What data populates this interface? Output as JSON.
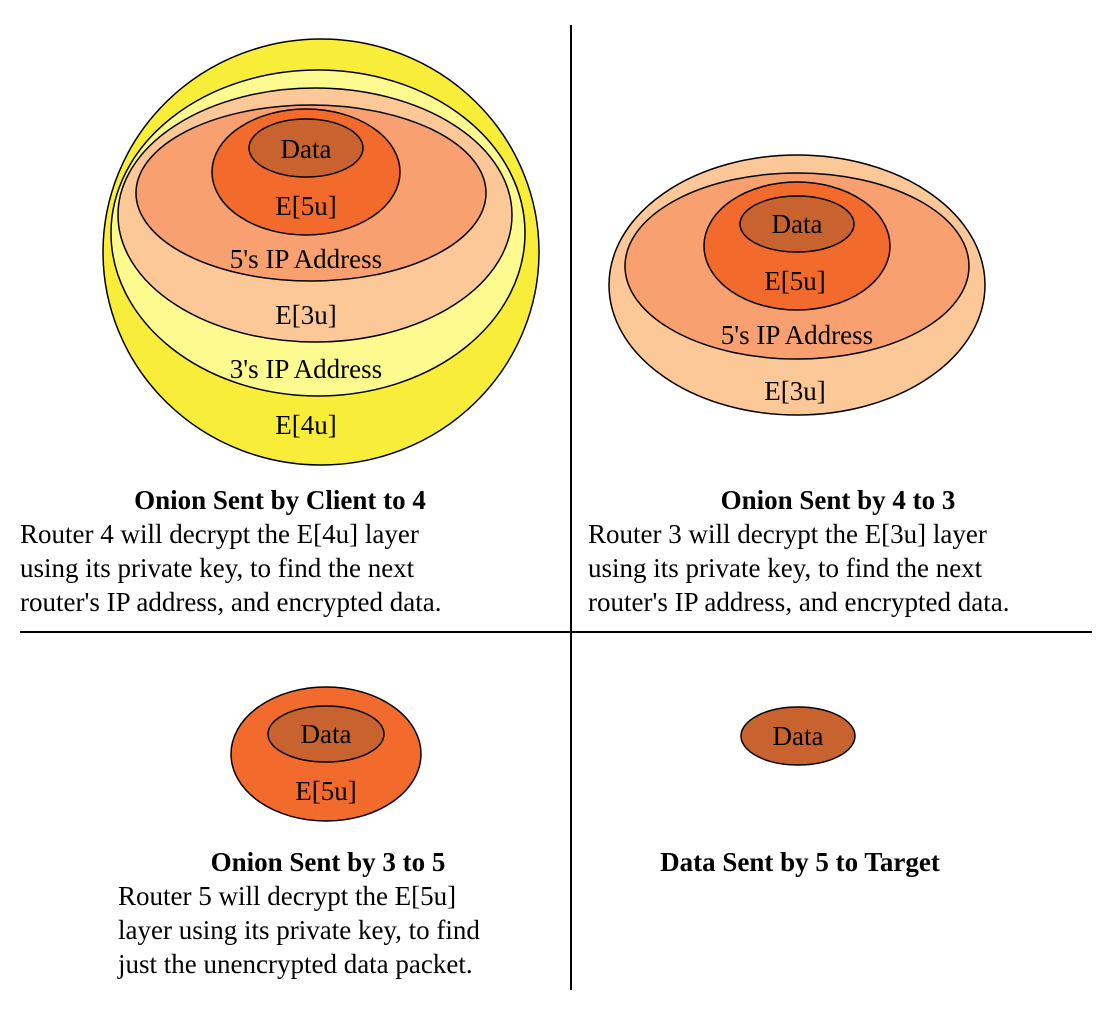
{
  "colors": {
    "data": "#c8622e",
    "e5u": "#f26a2c",
    "ip5": "#f9a070",
    "e3u": "#fdc898",
    "ip3": "#fdfb90",
    "e4u": "#f8ee3a",
    "divider": "#000000"
  },
  "panels": {
    "top_left": {
      "layers": {
        "data": "Data",
        "e5u": "E[5u]",
        "ip5": "5's IP Address",
        "e3u": "E[3u]",
        "ip3": "3's IP Address",
        "e4u": "E[4u]"
      },
      "title": "Onion Sent by Client to 4",
      "lines": [
        "Router 4 will decrypt the E[4u] layer",
        "using its private key, to find the next",
        "router's IP address, and encrypted data."
      ]
    },
    "top_right": {
      "layers": {
        "data": "Data",
        "e5u": "E[5u]",
        "ip5": "5's IP Address",
        "e3u": "E[3u]"
      },
      "title": "Onion Sent by 4 to 3",
      "lines": [
        "Router 3 will decrypt the E[3u] layer",
        "using its private key, to find the next",
        "router's IP address, and encrypted data."
      ]
    },
    "bottom_left": {
      "layers": {
        "data": "Data",
        "e5u": "E[5u]"
      },
      "title": "Onion Sent by 3 to 5",
      "lines": [
        "Router 5 will decrypt the E[5u]",
        "layer using its private key, to find",
        "just the unencrypted data packet."
      ]
    },
    "bottom_right": {
      "layers": {
        "data": "Data"
      },
      "title": "Data Sent by 5 to Target",
      "lines": []
    }
  }
}
